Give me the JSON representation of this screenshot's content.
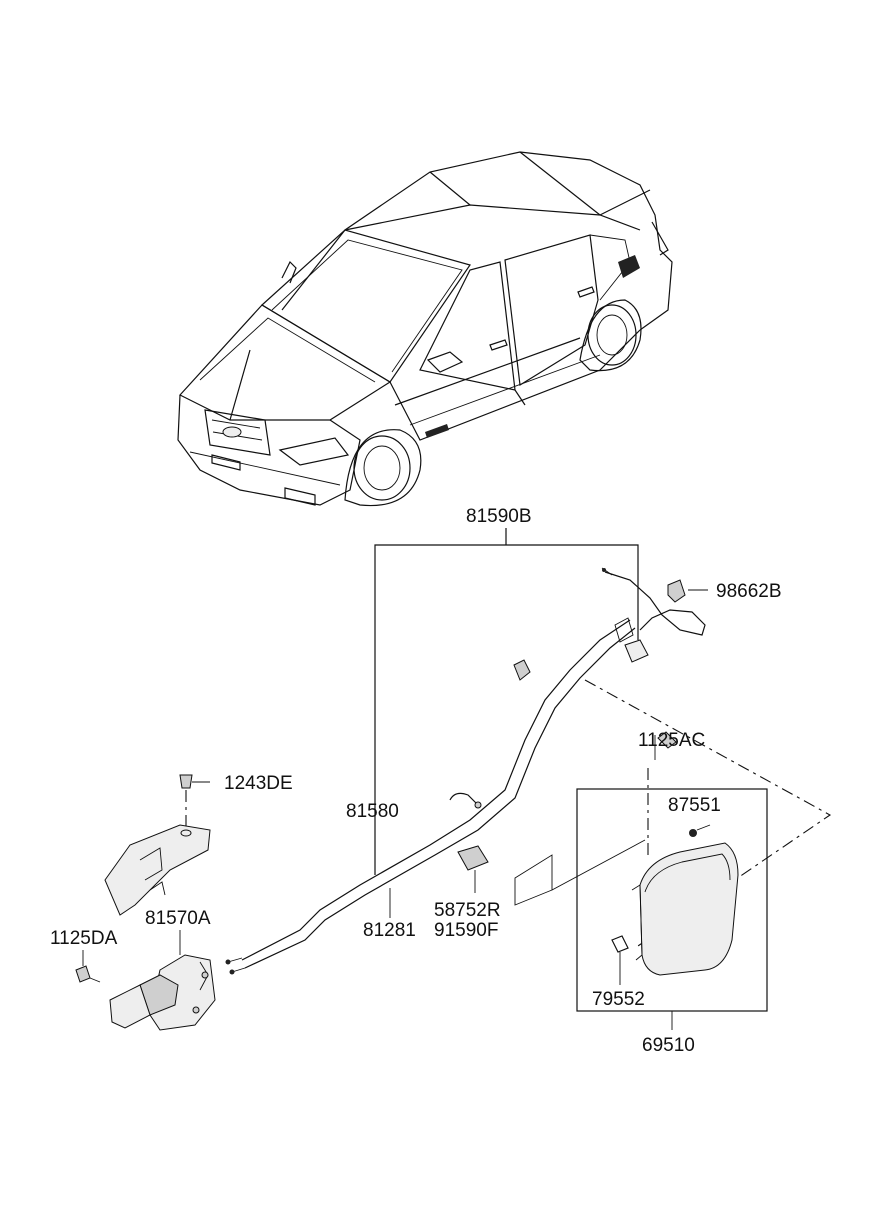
{
  "parts": {
    "p81590B": "81590B",
    "p98662B": "98662B",
    "p1125AC": "1125AC",
    "p1243DE": "1243DE",
    "p81580": "81580",
    "p87551": "87551",
    "p81570A": "81570A",
    "p1125DA": "1125DA",
    "p58752R": "58752R",
    "p91590F": "91590F",
    "p81281": "81281",
    "p79552": "79552",
    "p69510": "69510"
  }
}
